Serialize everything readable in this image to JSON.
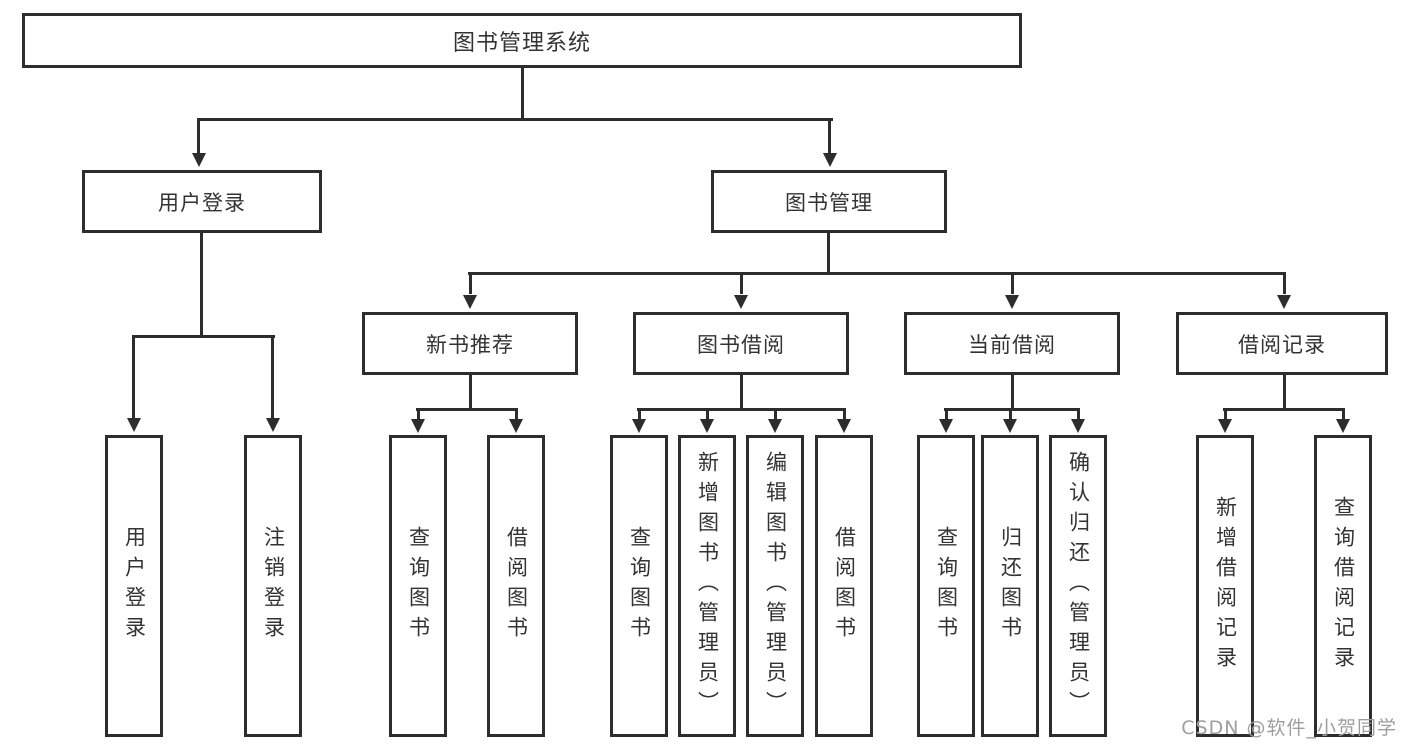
{
  "diagram": {
    "root": {
      "label": "图书管理系统"
    },
    "level2": [
      {
        "label": "用户登录"
      },
      {
        "label": "图书管理"
      }
    ],
    "level3": [
      {
        "label": "新书推荐"
      },
      {
        "label": "图书借阅"
      },
      {
        "label": "当前借阅"
      },
      {
        "label": "借阅记录"
      }
    ],
    "leaves": [
      {
        "label": "用户登录"
      },
      {
        "label": "注销登录"
      },
      {
        "label": "查询图书"
      },
      {
        "label": "借阅图书"
      },
      {
        "label": "查询图书"
      },
      {
        "label": "新增图书（管理员）"
      },
      {
        "label": "编辑图书（管理员）"
      },
      {
        "label": "借阅图书"
      },
      {
        "label": "查询图书"
      },
      {
        "label": "归还图书"
      },
      {
        "label": "确认归还（管理员）"
      },
      {
        "label": "新增借阅记录"
      },
      {
        "label": "查询借阅记录"
      }
    ]
  },
  "watermark": {
    "text": "CSDN @软件_小贺同学"
  },
  "colors": {
    "line": "#2d2d2d",
    "text": "#333333",
    "watermark": "#9e9e9e",
    "background": "#ffffff"
  }
}
